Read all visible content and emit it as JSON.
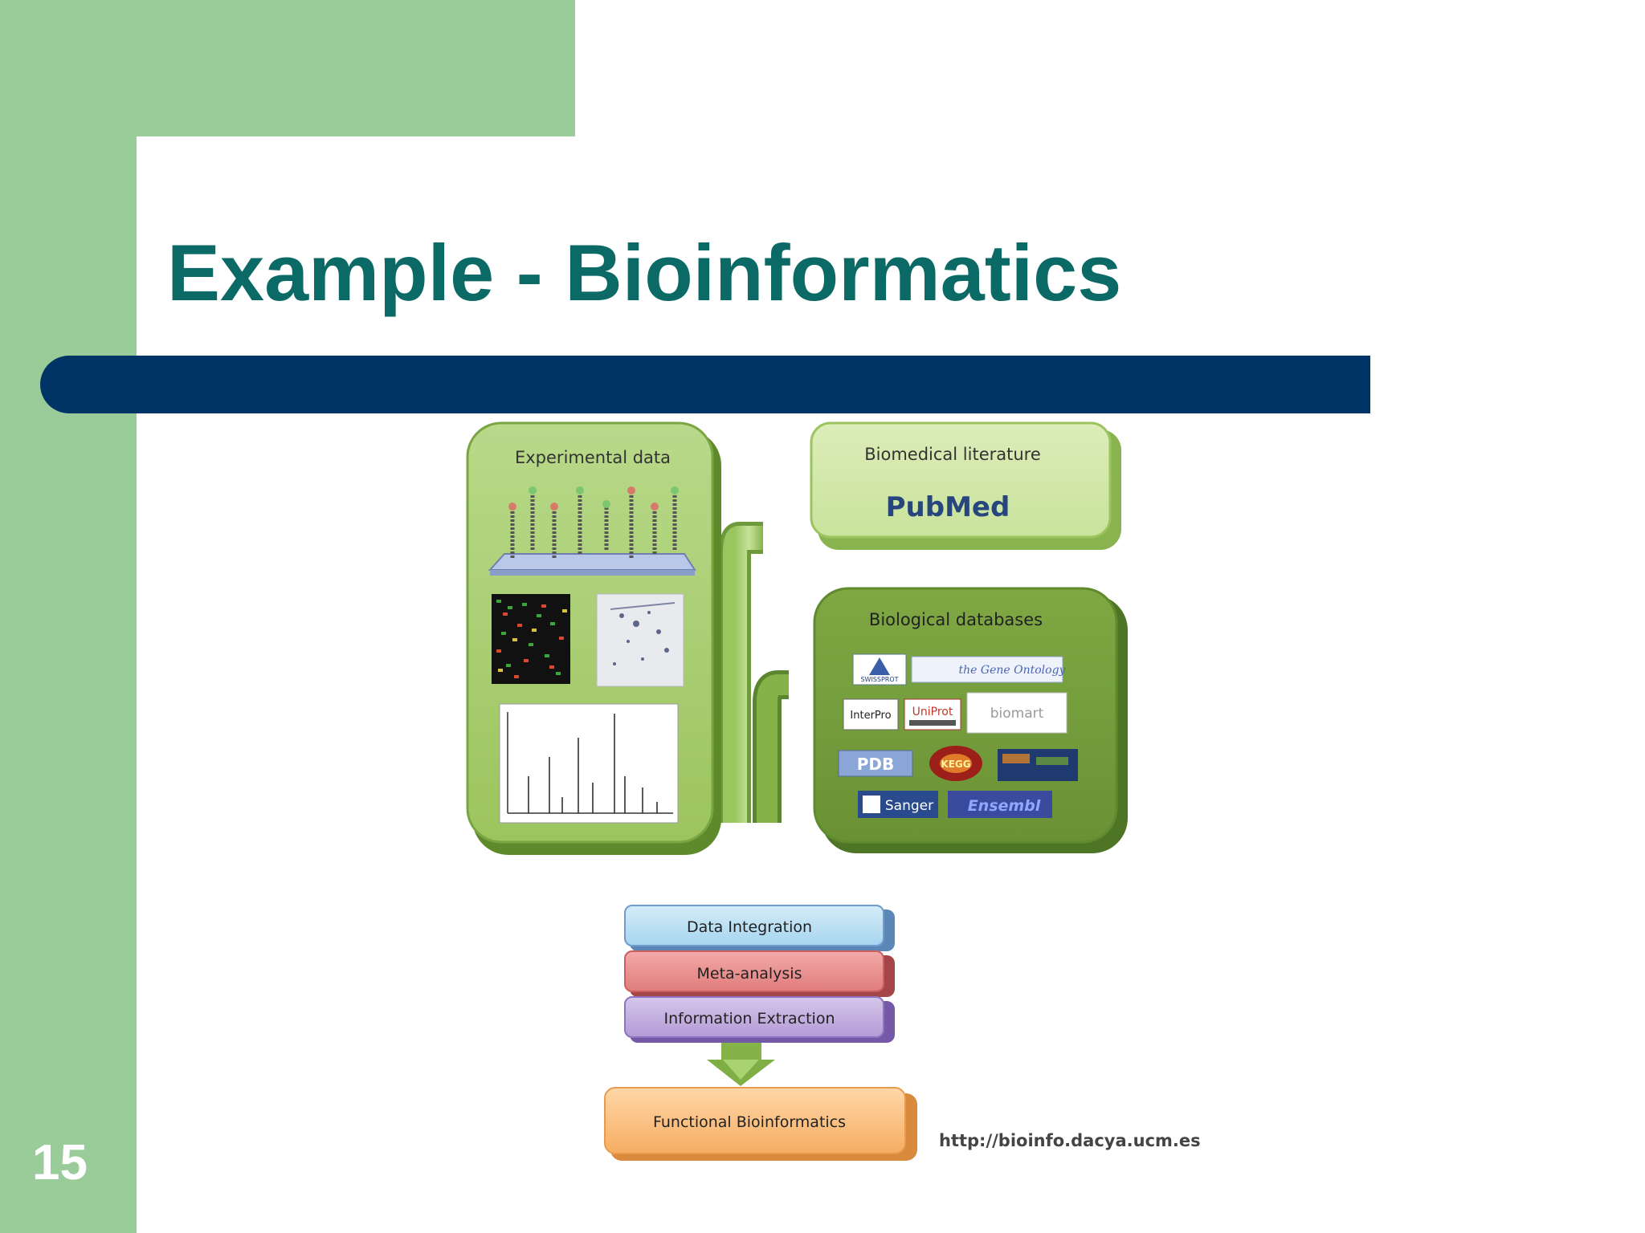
{
  "slide": {
    "title": "Example - Bioinformatics",
    "number": "15",
    "colors": {
      "sidebar": "#99cc99",
      "title": "#0b6a66",
      "bar": "#003366"
    }
  },
  "diagram": {
    "experimental_data": {
      "label": "Experimental data"
    },
    "biomedical_literature": {
      "label": "Biomedical literature",
      "logo_text": "PubMed"
    },
    "biological_databases": {
      "label": "Biological databases",
      "logos": [
        "SWISSPROT",
        "the Gene Ontology",
        "InterPro",
        "UniProt",
        "biomart",
        "PDB",
        "KEGG",
        "Sanger",
        "Ensembl"
      ]
    },
    "stages": [
      "Data Integration",
      "Meta-analysis",
      "Information Extraction"
    ],
    "output": "Functional Bioinformatics",
    "source_url": "http://bioinfo.dacya.ucm.es"
  }
}
